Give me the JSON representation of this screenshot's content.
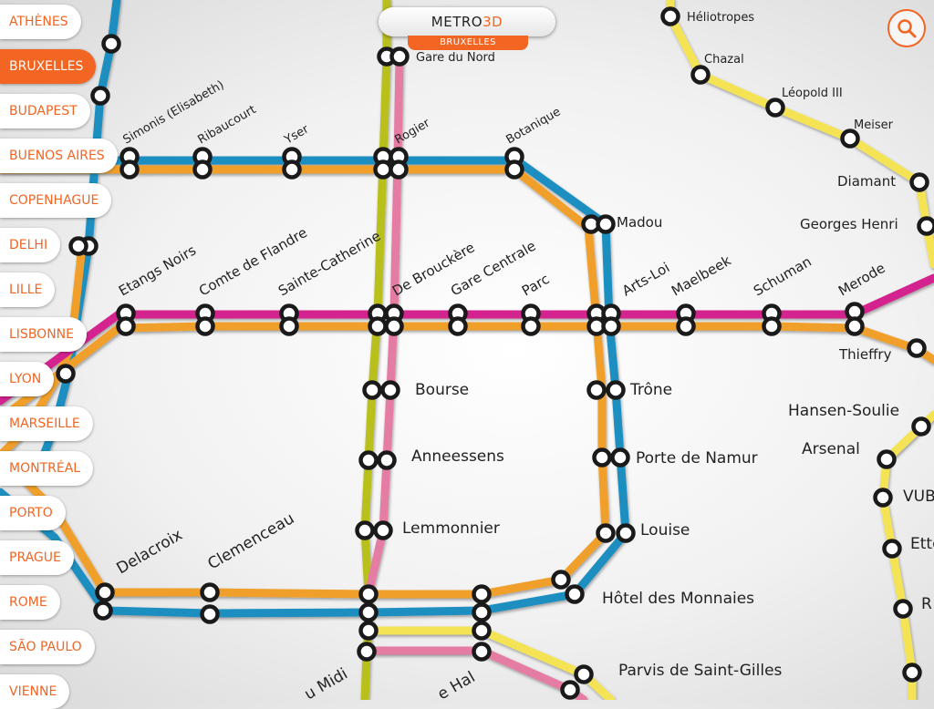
{
  "app": {
    "title_prefix": "METRO",
    "title_suffix": "3D",
    "current_city": "BRUXELLES"
  },
  "cities": [
    {
      "name": "ATHÈNES",
      "active": false
    },
    {
      "name": "BRUXELLES",
      "active": true
    },
    {
      "name": "BUDAPEST",
      "active": false
    },
    {
      "name": "BUENOS AIRES",
      "active": false
    },
    {
      "name": "COPENHAGUE",
      "active": false
    },
    {
      "name": "DELHI",
      "active": false
    },
    {
      "name": "LILLE",
      "active": false
    },
    {
      "name": "LISBONNE",
      "active": false
    },
    {
      "name": "LYON",
      "active": false
    },
    {
      "name": "MARSEILLE",
      "active": false
    },
    {
      "name": "MONTRÉAL",
      "active": false
    },
    {
      "name": "PORTO",
      "active": false
    },
    {
      "name": "PRAGUE",
      "active": false
    },
    {
      "name": "ROME",
      "active": false
    },
    {
      "name": "SÃO PAULO",
      "active": false
    },
    {
      "name": "VIENNE",
      "active": false
    }
  ],
  "icons": {
    "search": "search-icon"
  },
  "colors": {
    "accent": "#f26522",
    "line_blue": "#1f8fc0",
    "line_orange": "#f0a02a",
    "line_magenta": "#d4238f",
    "line_yellow": "#f4e455",
    "line_olive": "#b9c01c",
    "line_pink": "#e57ca3"
  },
  "stations": [
    {
      "id": "heliotropes",
      "name": "Héliotropes"
    },
    {
      "id": "chazal",
      "name": "Chazal"
    },
    {
      "id": "leopold3",
      "name": "Léopold III"
    },
    {
      "id": "meiser",
      "name": "Meiser"
    },
    {
      "id": "diamant",
      "name": "Diamant"
    },
    {
      "id": "georges_henri",
      "name": "Georges Henri"
    },
    {
      "id": "gare_du_nord",
      "name": "Gare du Nord"
    },
    {
      "id": "simonis",
      "name": "Simonis (Elisabeth)"
    },
    {
      "id": "ribaucourt",
      "name": "Ribaucourt"
    },
    {
      "id": "yser",
      "name": "Yser"
    },
    {
      "id": "rogier",
      "name": "Rogier"
    },
    {
      "id": "botanique",
      "name": "Botanique"
    },
    {
      "id": "madou",
      "name": "Madou"
    },
    {
      "id": "etangs_noirs",
      "name": "Etangs Noirs"
    },
    {
      "id": "comte_de_flandre",
      "name": "Comte de Flandre"
    },
    {
      "id": "sainte_catherine",
      "name": "Sainte-Catherine"
    },
    {
      "id": "de_brouckere",
      "name": "De Brouckère"
    },
    {
      "id": "gare_centrale",
      "name": "Gare Centrale"
    },
    {
      "id": "parc",
      "name": "Parc"
    },
    {
      "id": "arts_loi",
      "name": "Arts-Loi"
    },
    {
      "id": "maelbeek",
      "name": "Maelbeek"
    },
    {
      "id": "schuman",
      "name": "Schuman"
    },
    {
      "id": "merode",
      "name": "Merode"
    },
    {
      "id": "thieffry",
      "name": "Thieffry"
    },
    {
      "id": "hansen_soulie",
      "name": "Hansen-Soulie"
    },
    {
      "id": "arsenal",
      "name": "Arsenal"
    },
    {
      "id": "bourse",
      "name": "Bourse"
    },
    {
      "id": "trone",
      "name": "Trône"
    },
    {
      "id": "anneessens",
      "name": "Anneessens"
    },
    {
      "id": "porte_de_namur",
      "name": "Porte de Namur"
    },
    {
      "id": "lemmonnier",
      "name": "Lemmonnier"
    },
    {
      "id": "louise",
      "name": "Louise"
    },
    {
      "id": "delacroix",
      "name": "Delacroix"
    },
    {
      "id": "clemenceau",
      "name": "Clemenceau"
    },
    {
      "id": "hotel_des_monnaies",
      "name": "Hôtel des Monnaies"
    },
    {
      "id": "parvis_saint_gilles",
      "name": "Parvis de Saint-Gilles"
    },
    {
      "id": "gare_du_midi_partial",
      "name": "u Midi"
    },
    {
      "id": "porte_de_hal_partial",
      "name": "e Hal"
    },
    {
      "id": "vub_partial",
      "name": "VUB"
    },
    {
      "id": "etterbeek_partial",
      "name": "Ette"
    },
    {
      "id": "offscreen_r",
      "name": "R"
    }
  ]
}
